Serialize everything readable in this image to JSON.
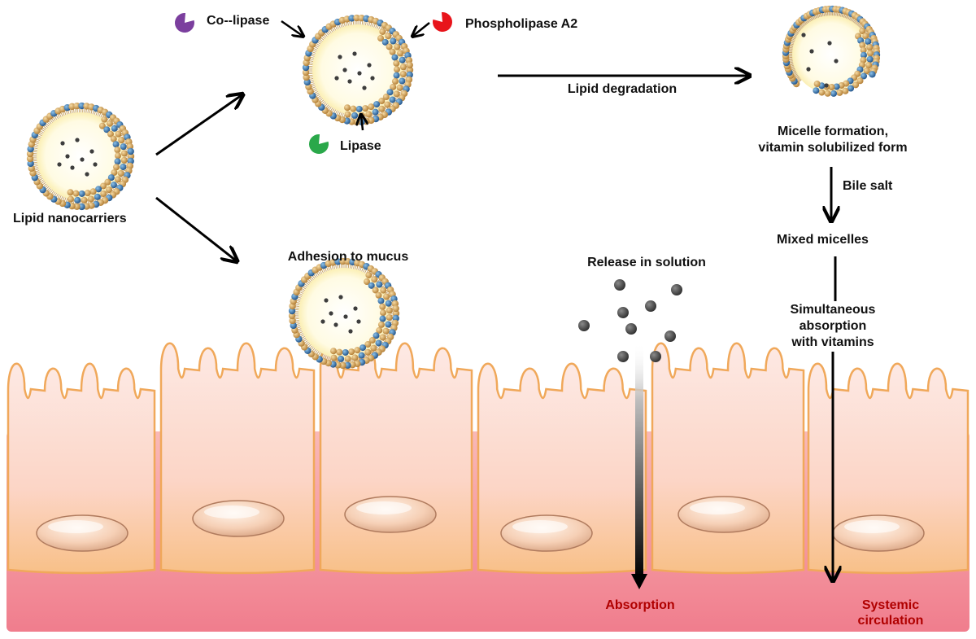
{
  "labels": {
    "colipase": "Co--lipase",
    "phospholipase": "Phospholipase  A2",
    "lipase": "Lipase",
    "lipid_nanocarriers": "Lipid nanocarriers",
    "lipid_degradation": "Lipid degradation",
    "micelle_line1": "Micelle formation,",
    "micelle_line2": "vitamin solubilized form",
    "bile_salt": "Bile salt",
    "mixed_micelles": "Mixed micelles",
    "adhesion": "Adhesion to mucus",
    "release": "Release in solution",
    "simultaneous_line1": "Simultaneous",
    "simultaneous_line2": "absorption",
    "simultaneous_line3": "with vitamins",
    "absorption": "Absorption",
    "systemic_line1": "Systemic",
    "systemic_line2": "circulation"
  },
  "colors": {
    "colipase": "#7b3f9e",
    "phospholipase": "#e8141b",
    "lipase": "#2aa84a",
    "tissue_top": "#fde6e2",
    "tissue_bottom": "#f48a98",
    "cell_outline": "#f3b064",
    "shell_gold": "#d2a254",
    "shell_blue": "#2f6fa8",
    "core": "#fffbe0",
    "drug_dot": "#444444"
  },
  "icons": {
    "enzyme": "pac-shape-icon",
    "nanocarrier": "lipid-nanoparticle-icon",
    "micelle": "degraded-micelle-icon",
    "cell": "epithelial-cell-icon",
    "nucleus": "nucleus-icon"
  }
}
